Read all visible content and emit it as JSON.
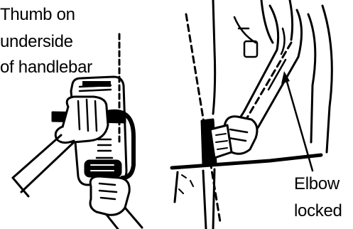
{
  "labels": {
    "thumb": [
      "Thumb on",
      "underside",
      "of handlebar"
    ],
    "elbow": [
      "Elbow",
      "locked"
    ]
  },
  "colors": {
    "ink": "#000000",
    "paper": "#ffffff"
  }
}
